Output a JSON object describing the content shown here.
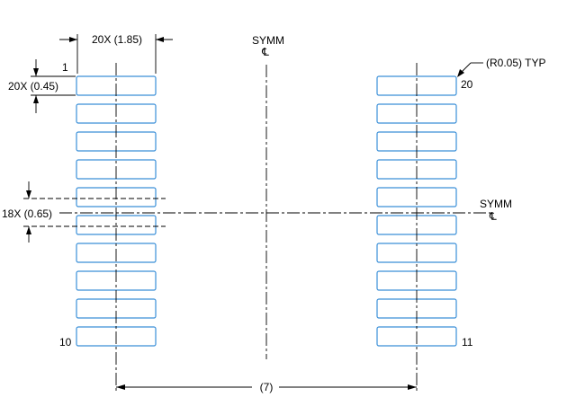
{
  "drawing": {
    "dim_pad_width": "20X (1.85)",
    "dim_pad_height": "20X (0.45)",
    "dim_pitch": "18X (0.65)",
    "dim_row_span": "(7)",
    "corner_radius_note": "(R0.05) TYP",
    "symm_label": "SYMM",
    "centerline_symbol": "℄",
    "pin_labels": {
      "pin1": "1",
      "pin10": "10",
      "pin11": "11",
      "pin20": "20"
    },
    "pads_per_side": 10,
    "pad_color": "#3a8fd8"
  }
}
